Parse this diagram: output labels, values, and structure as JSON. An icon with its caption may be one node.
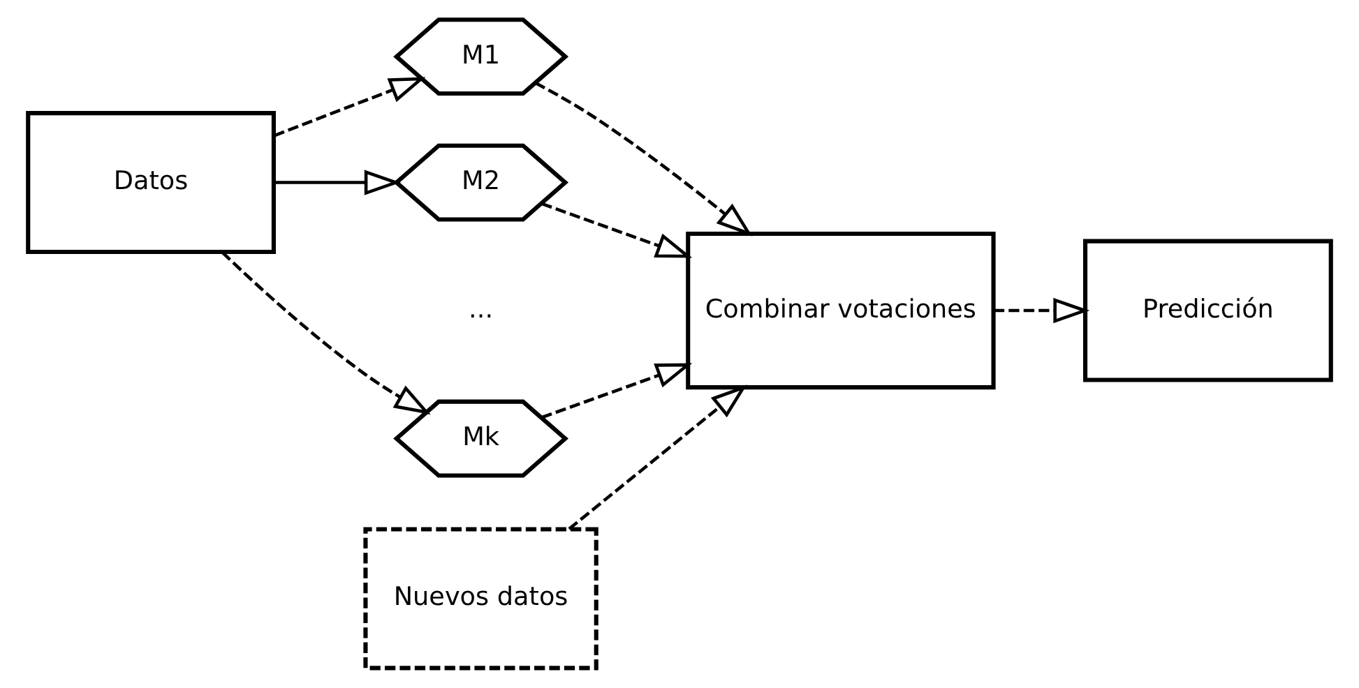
{
  "diagram": {
    "nodes": [
      {
        "text": [
          "Datos"
        ]
      },
      {
        "text": [
          "M1"
        ]
      },
      {
        "text": [
          "M2"
        ]
      },
      {
        "text": [
          "Mk"
        ]
      },
      {
        "text": [
          "Nuevos datos"
        ]
      },
      {
        "text": [
          "Combinar votaciones"
        ]
      },
      {
        "text": [
          "Predicción"
        ]
      }
    ],
    "edges": [
      {
        "from": 0,
        "to": 1,
        "arrow": "to",
        "style": "dashed"
      },
      {
        "from": 0,
        "to": 2,
        "arrow": "to"
      },
      {
        "from": 0,
        "to": 3,
        "arrow": "to",
        "style": "dashed"
      },
      {
        "from": 1,
        "to": 5,
        "arrow": "to",
        "style": "dashed"
      },
      {
        "from": 2,
        "to": 5,
        "arrow": "to",
        "style": "dashed"
      },
      {
        "from": 3,
        "to": 5,
        "arrow": "to",
        "style": "dashed"
      },
      {
        "from": 4,
        "to": 5,
        "arrow": "to",
        "style": "dashed"
      },
      {
        "from": 5,
        "to": 6,
        "arrow": "to",
        "style": "dashed"
      }
    ],
    "labels": [
      "..."
    ]
  }
}
